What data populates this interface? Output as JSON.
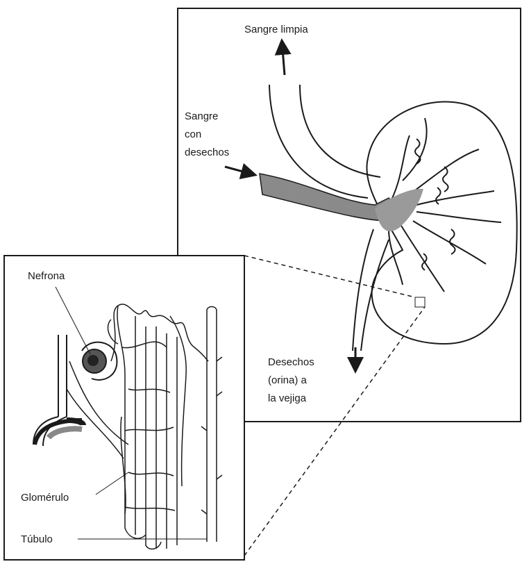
{
  "labels": {
    "clean_blood": "Sangre limpia",
    "dirty_blood": [
      "Sangre",
      "con",
      "desechos"
    ],
    "waste": [
      "Desechos",
      "(orina) a",
      "la vejiga"
    ],
    "nephron": "Nefrona",
    "glomerulus": "Glomérulo",
    "tubule": "Túbulo"
  },
  "colors": {
    "line": "#1a1a1a",
    "vein_fill": "#8a8a8a",
    "background": "#ffffff"
  }
}
